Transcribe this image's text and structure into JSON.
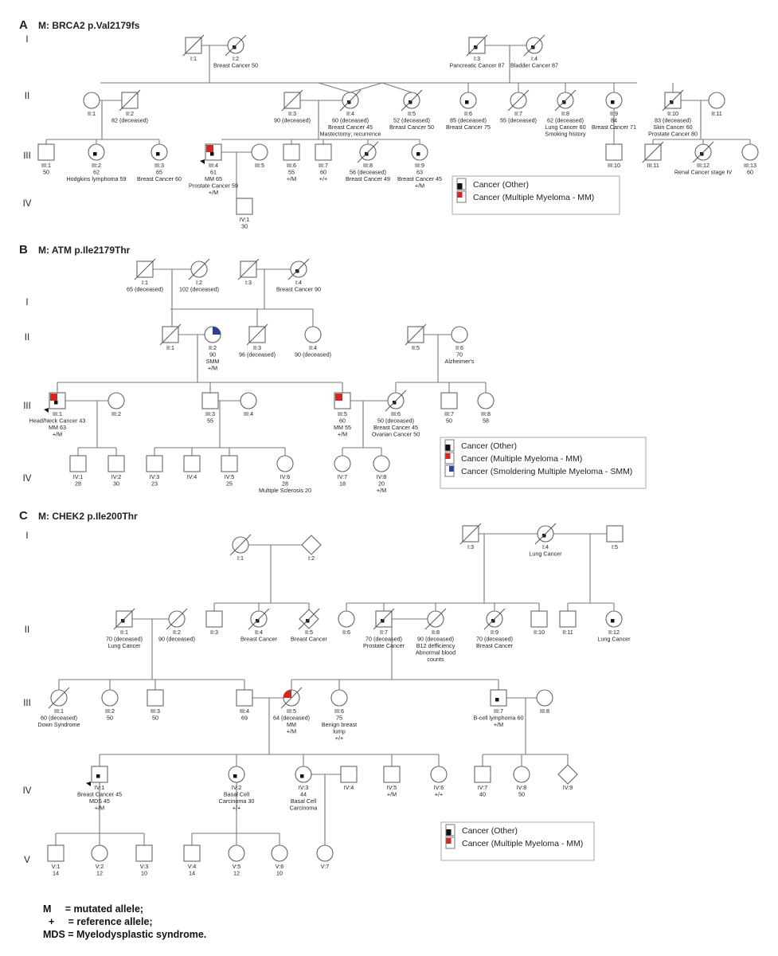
{
  "panels": [
    {
      "letter": "A",
      "title": "M: BRCA2 p.Val2179fs",
      "generations": [
        "I",
        "II",
        "III",
        "IV"
      ],
      "individuals": [
        {
          "id": "I:1",
          "sex": "male",
          "deceased": true,
          "labels": []
        },
        {
          "id": "I:2",
          "sex": "female",
          "deceased": true,
          "fill": "black",
          "labels": [
            "Breast Cancer 50"
          ]
        },
        {
          "id": "I:3",
          "sex": "male",
          "deceased": true,
          "fill": "black",
          "labels": [
            "Pancreatic Cancer 87"
          ]
        },
        {
          "id": "I:4",
          "sex": "female",
          "deceased": true,
          "fill": "black",
          "labels": [
            "Bladder Cancer 87"
          ]
        },
        {
          "id": "II:1",
          "sex": "female",
          "labels": []
        },
        {
          "id": "II:2",
          "sex": "male",
          "deceased": true,
          "labels": [
            "82 (deceased)"
          ]
        },
        {
          "id": "II:3",
          "sex": "male",
          "deceased": true,
          "labels": [
            "90 (deceased)"
          ]
        },
        {
          "id": "II:4",
          "sex": "female",
          "deceased": true,
          "fill": "black",
          "labels": [
            "60 (deceased)",
            "Breast Cancer 45",
            "Mastectomy; recurrence"
          ]
        },
        {
          "id": "II:5",
          "sex": "female",
          "deceased": true,
          "fill": "black",
          "labels": [
            "52 (deceased)",
            "Breast Cancer 50"
          ]
        },
        {
          "id": "II:6",
          "sex": "female",
          "fill": "black",
          "labels": [
            "85 (deceased)",
            "Breast Cancer 75"
          ]
        },
        {
          "id": "II:7",
          "sex": "female",
          "deceased": true,
          "labels": [
            "55 (deceased)"
          ]
        },
        {
          "id": "II:8",
          "sex": "female",
          "deceased": true,
          "fill": "black",
          "labels": [
            "62 (deceased)",
            "Lung Cancer 60",
            "Smoking history"
          ]
        },
        {
          "id": "II:9",
          "sex": "female",
          "fill": "black",
          "labels": [
            "84",
            "Breast Cancer 71"
          ]
        },
        {
          "id": "II:10",
          "sex": "male",
          "deceased": true,
          "fill": "black",
          "labels": [
            "83 (deceased)",
            "Skin Cancer 60",
            "Prostate Cancer 80"
          ]
        },
        {
          "id": "II:11",
          "sex": "female",
          "labels": []
        },
        {
          "id": "III:1",
          "sex": "male",
          "labels": [
            "50"
          ]
        },
        {
          "id": "III:2",
          "sex": "female",
          "fill": "black",
          "labels": [
            "62",
            "Hodgkins lymphoma 59"
          ]
        },
        {
          "id": "III:3",
          "sex": "female",
          "fill": "black",
          "labels": [
            "65",
            "Breast Cancer 60"
          ]
        },
        {
          "id": "III:4",
          "sex": "male",
          "fill": "black",
          "fill2": "red",
          "proband": true,
          "labels": [
            "61",
            "MM 65",
            "Prostate Cancer 59",
            "+/M"
          ]
        },
        {
          "id": "III:5",
          "sex": "female",
          "labels": []
        },
        {
          "id": "III:6",
          "sex": "male",
          "labels": [
            "55",
            "+/M"
          ]
        },
        {
          "id": "III:7",
          "sex": "male",
          "labels": [
            "60",
            "+/+"
          ]
        },
        {
          "id": "III:8",
          "sex": "female",
          "deceased": true,
          "fill": "black",
          "labels": [
            "56 (deceased)",
            "Breast Cancer 49"
          ]
        },
        {
          "id": "III:9",
          "sex": "female",
          "fill": "black",
          "labels": [
            "63",
            "Breast Cancer 45",
            "+/M"
          ]
        },
        {
          "id": "III:10",
          "sex": "male",
          "labels": []
        },
        {
          "id": "III:11",
          "sex": "male",
          "deceased": true,
          "labels": []
        },
        {
          "id": "III:12",
          "sex": "female",
          "deceased": true,
          "fill": "black",
          "labels": [
            "Renal Cancer stage IV"
          ]
        },
        {
          "id": "III:13",
          "sex": "female",
          "labels": [
            "60"
          ]
        },
        {
          "id": "IV:1",
          "sex": "male",
          "labels": [
            "30"
          ]
        }
      ],
      "legend": [
        {
          "swatch": "black",
          "label": "Cancer (Other)"
        },
        {
          "swatch": "red",
          "label": "Cancer (Multiple Myeloma - MM)"
        }
      ]
    },
    {
      "letter": "B",
      "title": "M: ATM p.Ile2179Thr",
      "generations": [
        "I",
        "II",
        "III",
        "IV"
      ],
      "individuals": [
        {
          "id": "I:1",
          "sex": "male",
          "deceased": true,
          "labels": [
            "65 (deceased)"
          ]
        },
        {
          "id": "I:2",
          "sex": "female",
          "deceased": true,
          "labels": [
            "102 (deceased)"
          ]
        },
        {
          "id": "I:3",
          "sex": "male",
          "deceased": true,
          "labels": []
        },
        {
          "id": "I:4",
          "sex": "female",
          "deceased": true,
          "fill": "black",
          "labels": [
            "Breast Cancer 90"
          ]
        },
        {
          "id": "II:1",
          "sex": "male",
          "deceased": true,
          "labels": []
        },
        {
          "id": "II:2",
          "sex": "female",
          "fill": "blue",
          "labels": [
            "90",
            "SMM",
            "+/M"
          ]
        },
        {
          "id": "II:3",
          "sex": "male",
          "deceased": true,
          "labels": [
            "96 (deceased)"
          ]
        },
        {
          "id": "II:4",
          "sex": "female",
          "labels": [
            "90 (deceased)"
          ]
        },
        {
          "id": "II:5",
          "sex": "male",
          "deceased": true,
          "labels": []
        },
        {
          "id": "II:6",
          "sex": "female",
          "labels": [
            "70",
            "Alzheimer's"
          ]
        },
        {
          "id": "III:1",
          "sex": "male",
          "fill": "black",
          "fill2": "red",
          "proband": true,
          "labels": [
            "Head/Neck Cancer 43",
            "MM 63",
            "+/M"
          ]
        },
        {
          "id": "III:2",
          "sex": "female",
          "labels": []
        },
        {
          "id": "III:3",
          "sex": "male",
          "labels": [
            "55"
          ]
        },
        {
          "id": "III:4",
          "sex": "female",
          "labels": []
        },
        {
          "id": "III:5",
          "sex": "male",
          "fill2": "red",
          "labels": [
            "60",
            "MM 55",
            "+/M"
          ]
        },
        {
          "id": "III:6",
          "sex": "female",
          "deceased": true,
          "fill": "black",
          "labels": [
            "50 (deceased)",
            "Breast Cancer 45",
            "Ovarian Cancer 50"
          ]
        },
        {
          "id": "III:7",
          "sex": "male",
          "labels": [
            "50"
          ]
        },
        {
          "id": "III:8",
          "sex": "female",
          "labels": [
            "58"
          ]
        },
        {
          "id": "IV:1",
          "sex": "male",
          "labels": [
            "28"
          ]
        },
        {
          "id": "IV:2",
          "sex": "male",
          "labels": [
            "30"
          ]
        },
        {
          "id": "IV:3",
          "sex": "male",
          "labels": [
            "23"
          ]
        },
        {
          "id": "IV:4",
          "sex": "male",
          "labels": []
        },
        {
          "id": "IV:5",
          "sex": "male",
          "labels": [
            "25"
          ]
        },
        {
          "id": "IV:6",
          "sex": "female",
          "labels": [
            "28",
            "Multiple Sclerosis 20"
          ]
        },
        {
          "id": "IV:7",
          "sex": "female",
          "labels": [
            "18"
          ]
        },
        {
          "id": "IV:8",
          "sex": "female",
          "labels": [
            "20",
            "+/M"
          ]
        }
      ],
      "legend": [
        {
          "swatch": "black",
          "label": "Cancer (Other)"
        },
        {
          "swatch": "red",
          "label": "Cancer (Multiple Myeloma - MM)"
        },
        {
          "swatch": "blue",
          "label": "Cancer (Smoldering Multiple Myeloma - SMM)"
        }
      ]
    },
    {
      "letter": "C",
      "title": "M: CHEK2 p.Ile200Thr",
      "generations": [
        "I",
        "II",
        "III",
        "IV",
        "V"
      ],
      "individuals": [
        {
          "id": "I:1",
          "sex": "female",
          "deceased": true,
          "labels": []
        },
        {
          "id": "I:2",
          "sex": "unknown",
          "labels": []
        },
        {
          "id": "I:3",
          "sex": "male",
          "deceased": true,
          "labels": []
        },
        {
          "id": "I:4",
          "sex": "female",
          "deceased": true,
          "fill": "black",
          "labels": [
            "Lung Cancer"
          ]
        },
        {
          "id": "I:5",
          "sex": "male",
          "labels": []
        },
        {
          "id": "II:1",
          "sex": "male",
          "deceased": true,
          "fill": "black",
          "labels": [
            "70 (deceased)",
            "Lung Cancer"
          ]
        },
        {
          "id": "II:2",
          "sex": "female",
          "deceased": true,
          "labels": [
            "90 (deceased)"
          ]
        },
        {
          "id": "II:3",
          "sex": "male",
          "labels": []
        },
        {
          "id": "II:4",
          "sex": "female",
          "deceased": true,
          "fill": "black",
          "labels": [
            "Breast Cancer"
          ]
        },
        {
          "id": "II:5",
          "sex": "unknown",
          "deceased": true,
          "fill": "black",
          "labels": [
            "Breast Cancer"
          ]
        },
        {
          "id": "II:6",
          "sex": "female",
          "labels": []
        },
        {
          "id": "II:7",
          "sex": "male",
          "deceased": true,
          "fill": "black",
          "labels": [
            "70 (deceased)",
            "Prostate Cancer"
          ]
        },
        {
          "id": "II:8",
          "sex": "female",
          "deceased": true,
          "labels": [
            "90 (deceased)",
            "B12 defficiency",
            "Abnormal blood",
            "counts"
          ]
        },
        {
          "id": "II:9",
          "sex": "female",
          "deceased": true,
          "fill": "black",
          "labels": [
            "70 (deceased)",
            "Breast Cancer"
          ]
        },
        {
          "id": "II:10",
          "sex": "male",
          "labels": []
        },
        {
          "id": "II:11",
          "sex": "male",
          "labels": []
        },
        {
          "id": "II:12",
          "sex": "female",
          "fill": "black",
          "labels": [
            "Lung Cancer"
          ]
        },
        {
          "id": "III:1",
          "sex": "female",
          "deceased": true,
          "labels": [
            "60 (deceased)",
            "Down Syndrome"
          ]
        },
        {
          "id": "III:2",
          "sex": "female",
          "labels": [
            "50"
          ]
        },
        {
          "id": "III:3",
          "sex": "male",
          "labels": [
            "50"
          ]
        },
        {
          "id": "III:4",
          "sex": "male",
          "labels": [
            "69"
          ]
        },
        {
          "id": "III:5",
          "sex": "female",
          "deceased": true,
          "fill2": "red",
          "labels": [
            "64 (deceased)",
            "MM",
            "+/M"
          ]
        },
        {
          "id": "III:6",
          "sex": "female",
          "labels": [
            "75",
            "Benign breast",
            "lump",
            "+/+"
          ]
        },
        {
          "id": "III:7",
          "sex": "male",
          "fill": "black",
          "labels": [
            "B-cell lymphoma 60",
            "+/M"
          ]
        },
        {
          "id": "III:8",
          "sex": "female",
          "labels": []
        },
        {
          "id": "IV:1",
          "sex": "male",
          "fill": "black",
          "proband": true,
          "labels": [
            "Breast Cancer 45",
            "MDS 45",
            "+/M"
          ]
        },
        {
          "id": "IV:2",
          "sex": "female",
          "fill": "black",
          "labels": [
            "Basal Cell",
            "Carcinoma 30",
            "+/+"
          ]
        },
        {
          "id": "IV:3",
          "sex": "female",
          "fill": "black",
          "labels": [
            "44",
            "Basal Cell",
            "Carcinoma"
          ]
        },
        {
          "id": "IV:4",
          "sex": "male",
          "labels": []
        },
        {
          "id": "IV:5",
          "sex": "male",
          "labels": [
            "+/M"
          ]
        },
        {
          "id": "IV:6",
          "sex": "female",
          "labels": [
            "+/+"
          ]
        },
        {
          "id": "IV:7",
          "sex": "male",
          "labels": [
            "40"
          ]
        },
        {
          "id": "IV:8",
          "sex": "female",
          "labels": [
            "50"
          ]
        },
        {
          "id": "IV:9",
          "sex": "unknown",
          "labels": []
        },
        {
          "id": "V:1",
          "sex": "male",
          "labels": [
            "14"
          ]
        },
        {
          "id": "V:2",
          "sex": "female",
          "labels": [
            "12"
          ]
        },
        {
          "id": "V:3",
          "sex": "male",
          "labels": [
            "10"
          ]
        },
        {
          "id": "V:4",
          "sex": "male",
          "labels": [
            "14"
          ]
        },
        {
          "id": "V:5",
          "sex": "female",
          "labels": [
            "12"
          ]
        },
        {
          "id": "V:6",
          "sex": "female",
          "labels": [
            "10"
          ]
        },
        {
          "id": "V:7",
          "sex": "female",
          "labels": []
        }
      ],
      "legend": [
        {
          "swatch": "black",
          "label": "Cancer (Other)"
        },
        {
          "swatch": "red",
          "label": "Cancer (Multiple Myeloma - MM)"
        }
      ]
    }
  ],
  "footnotes": {
    "m": "M     = mutated allele;",
    "plus": "  +     = reference allele;",
    "mds": "MDS = Myelodysplastic syndrome."
  },
  "colors": {
    "black": "#111111",
    "red": "#d6261f",
    "blue": "#2f3f93",
    "line": "#7a7a7a"
  }
}
